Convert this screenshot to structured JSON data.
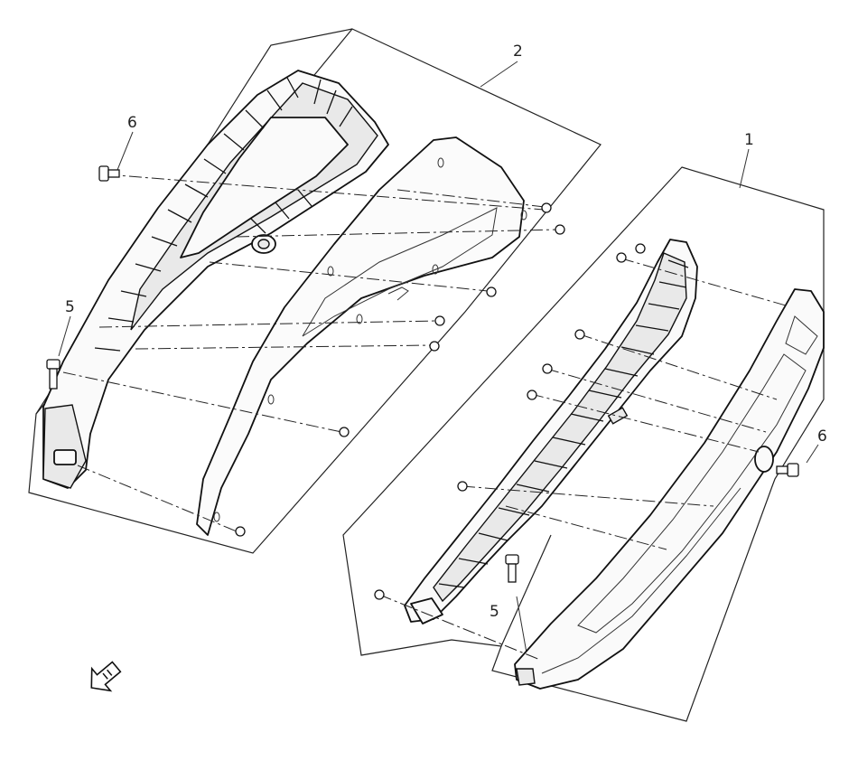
{
  "diagram": {
    "callouts": [
      {
        "id": "callout-1",
        "label": "1"
      },
      {
        "id": "callout-2",
        "label": "2"
      },
      {
        "id": "callout-5-left",
        "label": "5"
      },
      {
        "id": "callout-5-right",
        "label": "5"
      },
      {
        "id": "callout-6-left",
        "label": "6"
      },
      {
        "id": "callout-6-right",
        "label": "6"
      }
    ],
    "orientation_icon": "front-arrow-icon",
    "line_color": "#111111",
    "background": "#ffffff"
  }
}
